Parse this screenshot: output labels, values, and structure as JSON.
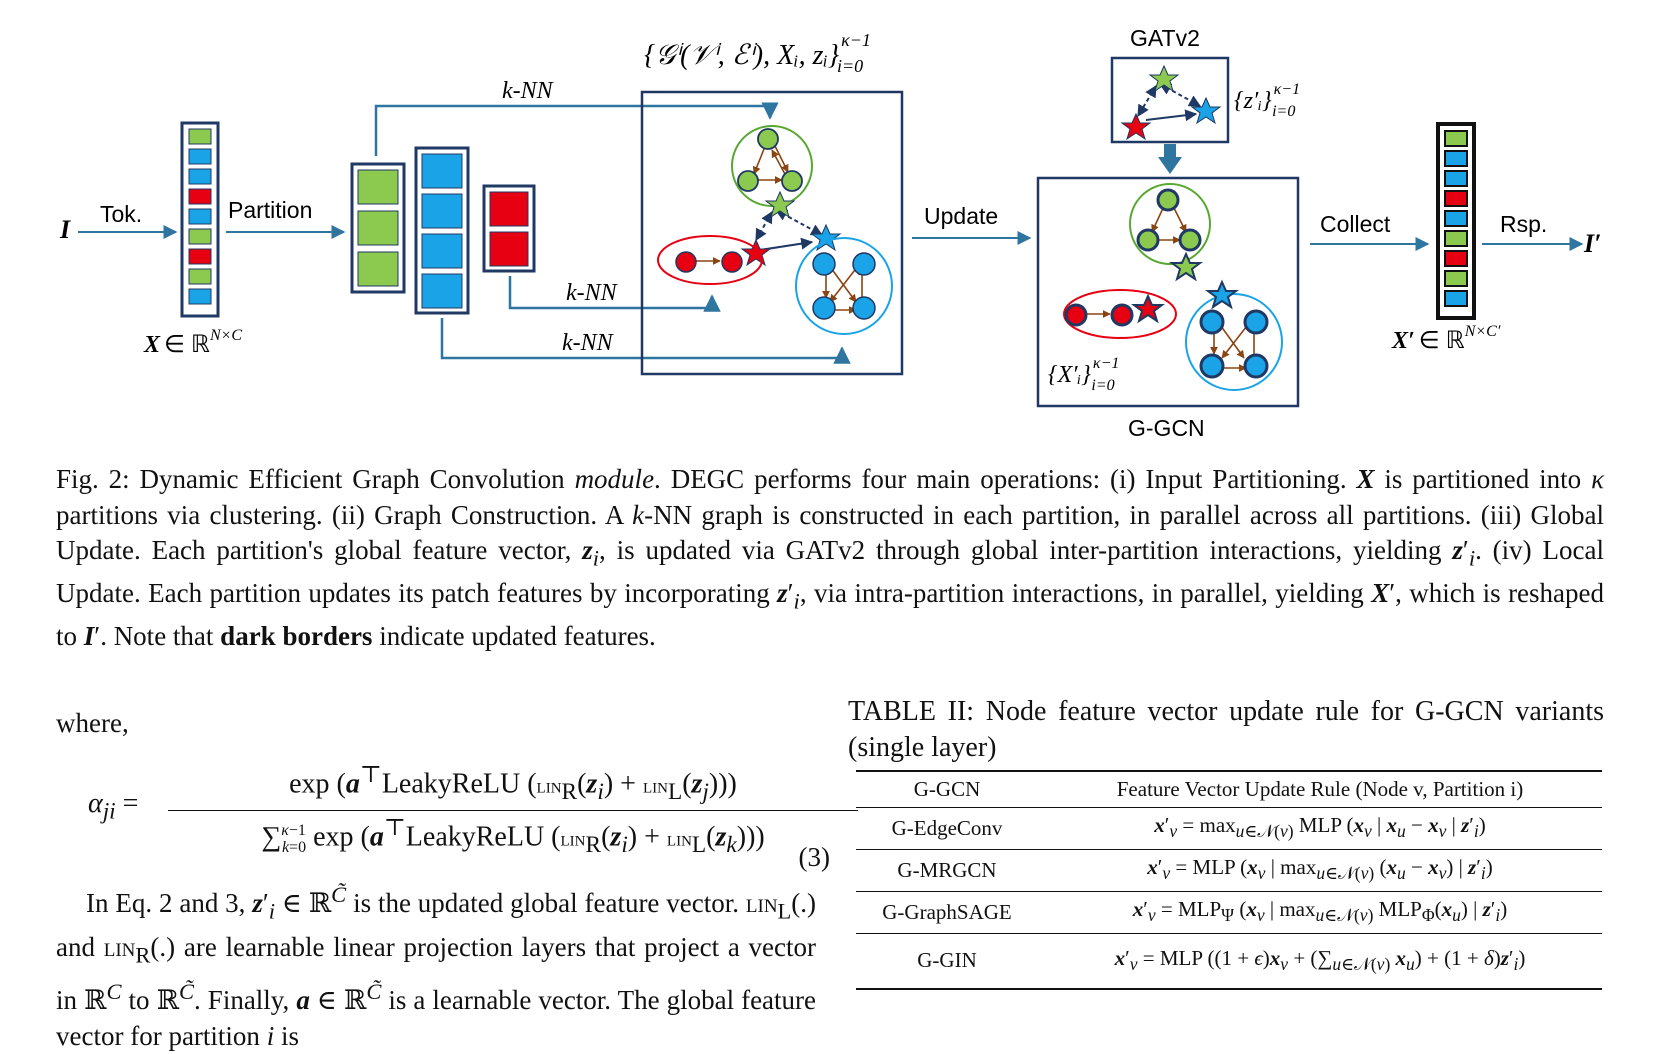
{
  "figure": {
    "input_label": "I",
    "tok_label": "Tok.",
    "partition_label": "Partition",
    "x_label": "X ∈ ℝ",
    "x_sup": "N×C",
    "knn_top": "k-NN",
    "knn_mid": "k-NN",
    "knn_bottom": "k-NN",
    "graph_set_label": "{𝒢ⁱ(𝒱ⁱ, ℰⁱ), Xᵢ, zᵢ}",
    "graph_set_sup": "κ−1",
    "graph_set_sub": "i=0",
    "update_label": "Update",
    "gatv2_label": "GATv2",
    "z_prime_label": "{z′ᵢ}",
    "z_prime_sup": "κ−1",
    "z_prime_sub": "i=0",
    "x_prime_set_label": "{X′ᵢ}",
    "x_prime_set_sup": "κ−1",
    "x_prime_set_sub": "i=0",
    "ggcn_label": "G-GCN",
    "collect_label": "Collect",
    "rsp_label": "Rsp.",
    "output_label": "I′",
    "x_prime_label": "X′ ∈ ℝ",
    "x_prime_sup": "N×C′",
    "colors": {
      "green": "#8cc94f",
      "blue": "#1aa3e6",
      "red": "#e60012",
      "navy": "#1f3864",
      "arrow": "#2e75a0",
      "edge_brown": "#8b4513"
    }
  },
  "caption": {
    "lead": "Fig. 2: Dynamic Efficient Graph Convolution",
    "module_word": "module",
    "p1": ". DEGC performs four main operations: (i) Input Partitioning.",
    "p2": "is partitioned into",
    "p3": "partitions via clustering. (ii) Graph Construction. A",
    "p4": "-NN graph is constructed in each partition, in parallel across all partitions. (iii) Global Update. Each partition's global feature vector,",
    "p5": ", is updated via GATv2 through global inter-partition interactions, yielding",
    "p6": ". (iv) Local Update. Each partition updates its patch features by incorporating",
    "p7": ", via intra-partition interactions, in parallel, yielding",
    "p8": ", which is reshaped to",
    "p9": ". Note that",
    "bold": "dark borders",
    "p10": "indicate updated features."
  },
  "left": {
    "where": "where,",
    "eq_number": "(3)",
    "para_1": "In Eq. 2 and 3,",
    "para_2": "is the updated global feature vector.",
    "para_3": "and",
    "para_4": "are learnable linear projection layers that project a vector in",
    "para_5": "to",
    "para_6": ". Finally,",
    "para_7": "is a learnable vector. The global feature vector for partition",
    "para_8": "is"
  },
  "table": {
    "caption": "TABLE II: Node feature vector update rule for G-GCN variants (single layer)",
    "headers": [
      "G-GCN",
      "Feature Vector Update Rule (Node v, Partition i)"
    ],
    "rows": [
      {
        "name": "G-EdgeConv"
      },
      {
        "name": "G-MRGCN"
      },
      {
        "name": "G-GraphSAGE"
      },
      {
        "name": "G-GIN"
      }
    ]
  }
}
